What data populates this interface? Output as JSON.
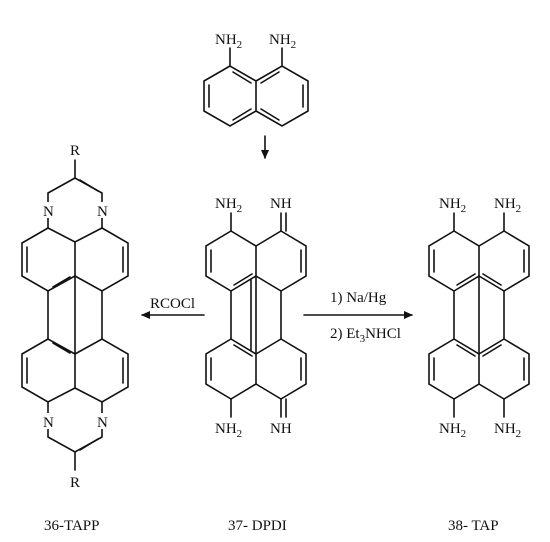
{
  "start": {
    "nh2_left": "NH",
    "nh2_right": "NH",
    "sub": "2"
  },
  "dpdi": {
    "nh2_top": "NH",
    "nh_top": "NH",
    "nh2_bottom": "NH",
    "nh_bottom": "NH",
    "sub": "2",
    "caption": "37- DPDI"
  },
  "tapp": {
    "r_top": "R",
    "r_bottom": "R",
    "n": "N",
    "caption": "36-TAPP"
  },
  "tap": {
    "nh2_tl": "NH",
    "nh2_tr": "NH",
    "nh2_bl": "NH",
    "nh2_br": "NH",
    "sub": "2",
    "caption": "38- TAP"
  },
  "reagents": {
    "left": "RCOCl",
    "right_step1": "1) Na/Hg",
    "right_step2_prefix": "2) Et",
    "right_step2_sub": "3",
    "right_step2_suffix": "NHCl"
  }
}
